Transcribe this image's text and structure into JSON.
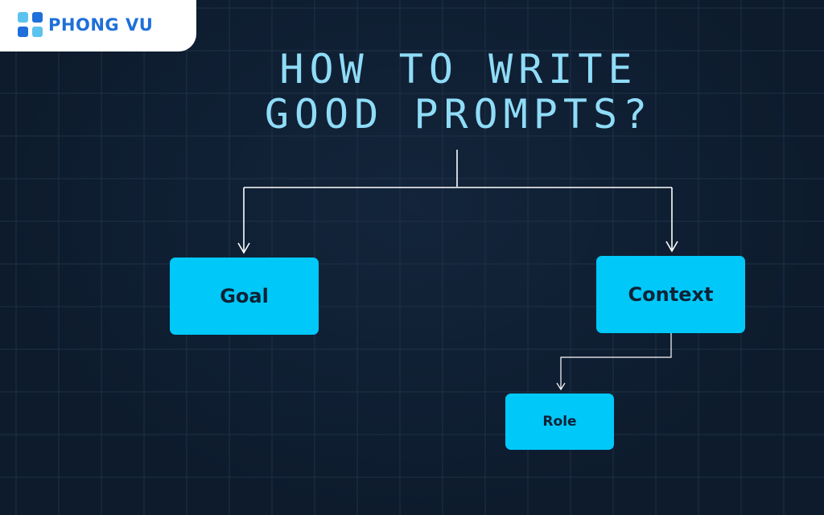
{
  "brand": {
    "name": "PHONG VU",
    "color": "#1e6fd9",
    "logo_icon": "four-squares-logo-icon"
  },
  "title": {
    "line1": "HOW TO WRITE",
    "line2": "GOOD PROMPTS?",
    "color": "#8fdcf7"
  },
  "diagram": {
    "nodes": {
      "goal": "Goal",
      "context": "Context",
      "role": "Role"
    },
    "edges": [
      {
        "from": "title",
        "to": "goal"
      },
      {
        "from": "title",
        "to": "context"
      },
      {
        "from": "context",
        "to": "role"
      }
    ],
    "box_color": "#00c8f8",
    "connector_color": "#ffffff"
  },
  "background_color": "#0d1b2d"
}
